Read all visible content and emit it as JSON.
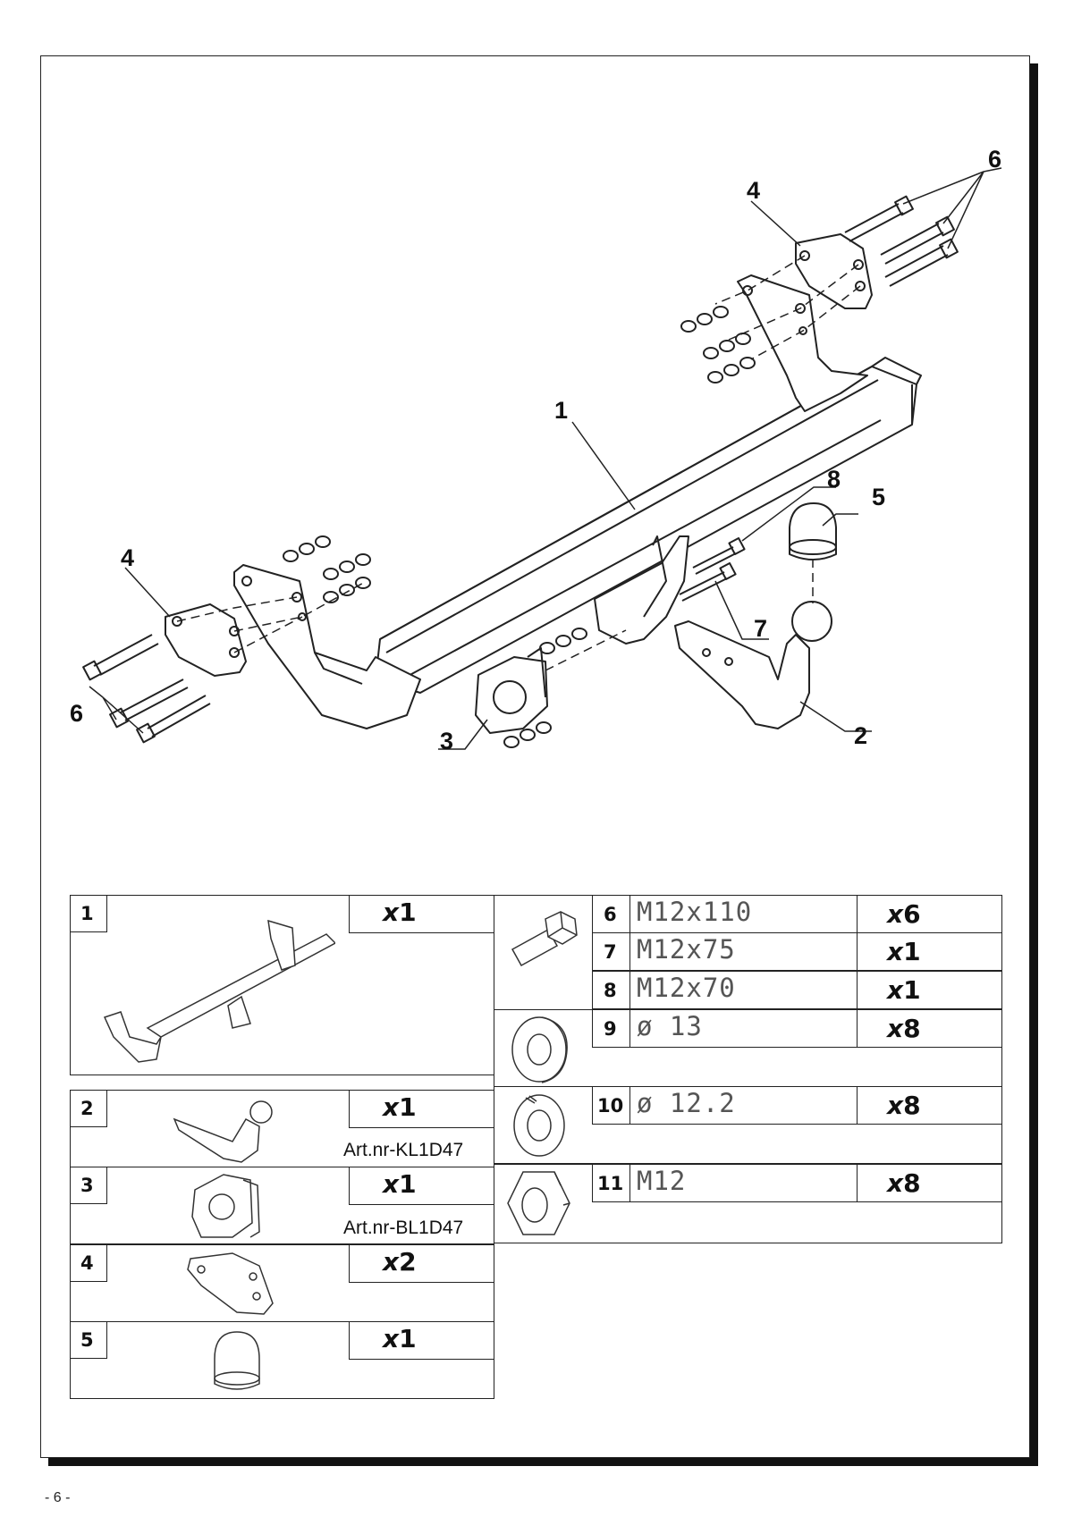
{
  "page": {
    "number": "- 6 -"
  },
  "callouts": [
    "1",
    "2",
    "3",
    "4",
    "4",
    "5",
    "6",
    "6",
    "7",
    "8"
  ],
  "parts": [
    {
      "no": "1",
      "qty": "x",
      "qty_n": "1",
      "art": ""
    },
    {
      "no": "2",
      "qty": "x",
      "qty_n": "1",
      "art": "Art.nr-KL1D47"
    },
    {
      "no": "3",
      "qty": "x",
      "qty_n": "1",
      "art": "Art.nr-BL1D47"
    },
    {
      "no": "4",
      "qty": "x",
      "qty_n": "2",
      "art": ""
    },
    {
      "no": "5",
      "qty": "x",
      "qty_n": "1",
      "art": ""
    }
  ],
  "hardware": [
    {
      "no": "6",
      "spec": "M12x110",
      "qty": "x",
      "qty_n": "6"
    },
    {
      "no": "7",
      "spec": "M12x75",
      "qty": "x",
      "qty_n": "1"
    },
    {
      "no": "8",
      "spec": "M12x70",
      "qty": "x",
      "qty_n": "1"
    },
    {
      "no": "9",
      "spec": "ø 13",
      "qty": "x",
      "qty_n": "8"
    },
    {
      "no": "10",
      "spec": "ø 12.2",
      "qty": "x",
      "qty_n": "8"
    },
    {
      "no": "11",
      "spec": "M12",
      "qty": "x",
      "qty_n": "8"
    }
  ]
}
